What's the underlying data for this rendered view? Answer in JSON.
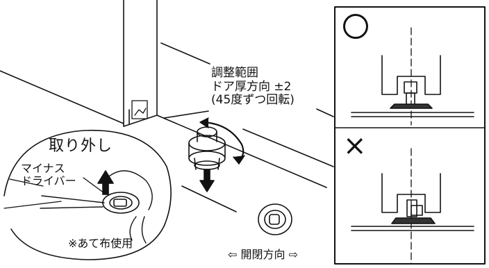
{
  "labels": {
    "adjust_line1": "調整範囲",
    "adjust_line2": "ドア厚方向 ±2",
    "adjust_line3": "(45度ずつ回転)",
    "remove": "取り外し",
    "driver_line1": "マイナス",
    "driver_line2": "ドライバー",
    "cloth_note": "※あて布使用",
    "open_close_dir": "⇦ 開閉方向 ⇨"
  },
  "panel": {
    "correct_symbol": "",
    "incorrect_symbol": "×"
  }
}
